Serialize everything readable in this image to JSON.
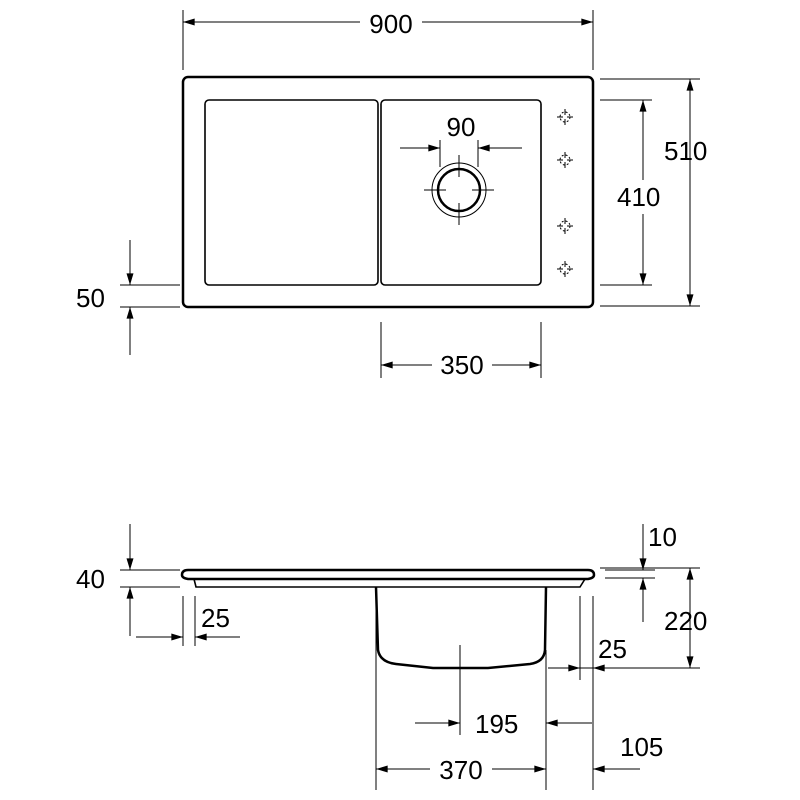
{
  "top_view": {
    "width_total": "900",
    "depth_total": "510",
    "bowl_depth": "410",
    "front_margin": "50",
    "bowl_width": "350",
    "drain_diameter": "90"
  },
  "side_view": {
    "rim_thickness": "40",
    "left_overhang": "25",
    "top_thickness": "10",
    "total_height": "220",
    "right_overhang": "25",
    "drain_offset": "195",
    "bowl_width": "370",
    "right_margin": "105"
  },
  "colors": {
    "line": "#000000",
    "background": "#ffffff"
  }
}
